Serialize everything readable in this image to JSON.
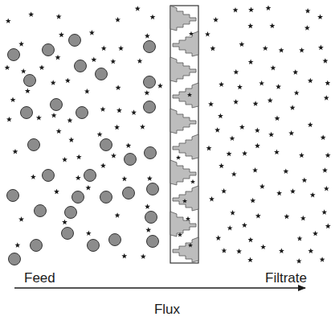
{
  "diagram": {
    "labels": [
      "Feed",
      "Filtrate",
      "Flux"
    ]
  }
}
